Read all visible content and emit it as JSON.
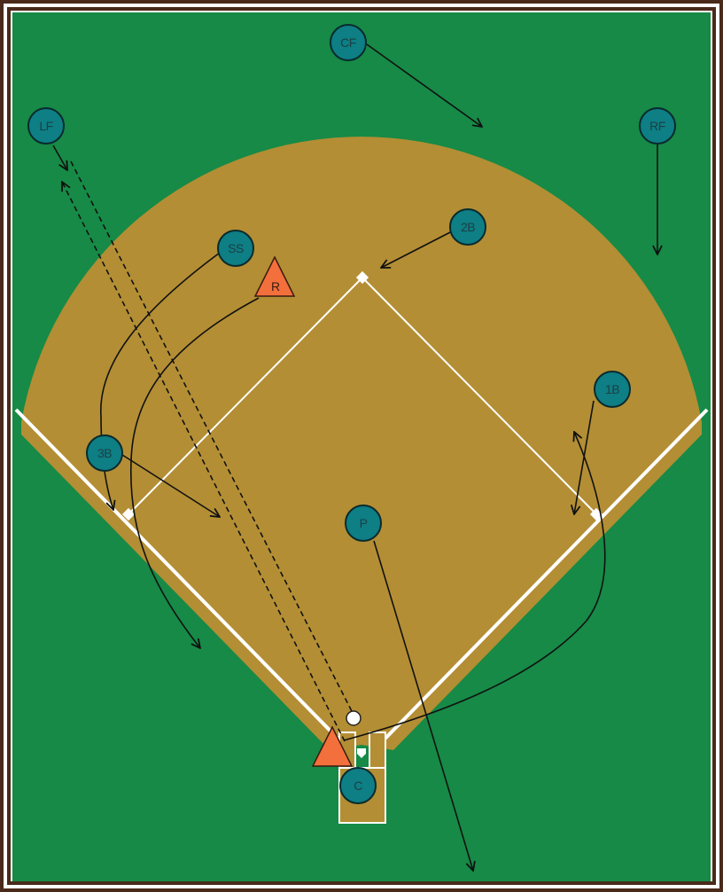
{
  "colors": {
    "frame": "#4a2a1a",
    "grass": "#168a46",
    "dirt": "#b38e34",
    "chalk": "#ffffff",
    "fielder_fill": "#0d7f85",
    "fielder_stroke": "#0a2a2e",
    "runner_fill": "#f36f3c",
    "line": "#111111"
  },
  "fielders": {
    "cf": "CF",
    "lf": "LF",
    "rf": "RF",
    "b2": "2B",
    "ss": "SS",
    "b1": "1B",
    "b3": "3B",
    "p": "P",
    "c": "C"
  },
  "runners": {
    "runner_r": "R"
  }
}
